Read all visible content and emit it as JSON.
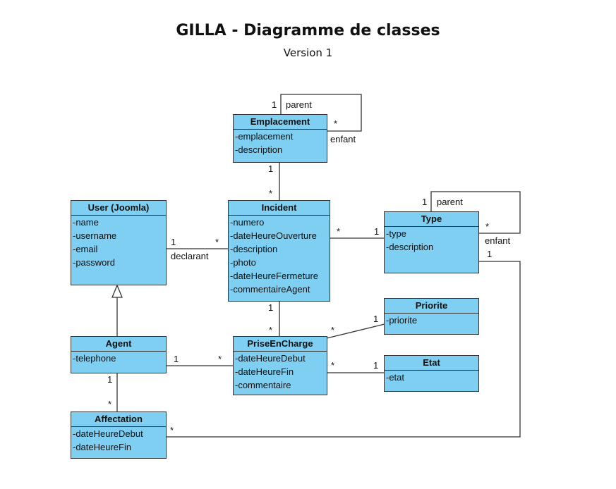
{
  "title": "GILLA - Diagramme de classes",
  "subtitle": "Version 1",
  "colors": {
    "class_fill": "#7ecff2",
    "border": "#333333"
  },
  "classes": {
    "emplacement": {
      "name": "Emplacement",
      "attrs": [
        "-emplacement",
        "-description"
      ]
    },
    "user": {
      "name": "User (Joomla)",
      "attrs": [
        "-name",
        "-username",
        "-email",
        "-password"
      ]
    },
    "incident": {
      "name": "Incident",
      "attrs": [
        "-numero",
        "-dateHeureOuverture",
        "-description",
        "-photo",
        "-dateHeureFermeture",
        "-commentaireAgent"
      ]
    },
    "type": {
      "name": "Type",
      "attrs": [
        "-type",
        "-description"
      ]
    },
    "priorite": {
      "name": "Priorite",
      "attrs": [
        "-priorite"
      ]
    },
    "agent": {
      "name": "Agent",
      "attrs": [
        "-telephone"
      ]
    },
    "prise": {
      "name": "PriseEnCharge",
      "attrs": [
        "-dateHeureDebut",
        "-dateHeureFin",
        "-commentaire"
      ]
    },
    "etat": {
      "name": "Etat",
      "attrs": [
        "-etat"
      ]
    },
    "affectation": {
      "name": "Affectation",
      "attrs": [
        "-dateHeureDebut",
        "-dateHeureFin"
      ]
    }
  },
  "labels": {
    "empl_parent_mult": "1",
    "empl_parent": "parent",
    "empl_child_mult": "*",
    "empl_child": "enfant",
    "empl_inc_top": "1",
    "empl_inc_bottom": "*",
    "user_inc_left": "1",
    "user_inc_right": "*",
    "declarant": "declarant",
    "inc_type_left": "*",
    "inc_type_right": "1",
    "type_parent_mult": "1",
    "type_parent": "parent",
    "type_child_mult": "*",
    "type_child": "enfant",
    "type_aff_mult": "1",
    "inc_prise_top": "1",
    "inc_prise_bottom": "*",
    "prise_prio_left": "*",
    "prise_prio_right": "1",
    "agent_prise_left": "1",
    "agent_prise_right": "*",
    "prise_etat_left": "*",
    "prise_etat_right": "1",
    "agent_aff_top": "1",
    "agent_aff_bottom": "*",
    "aff_type_mult": "*"
  }
}
